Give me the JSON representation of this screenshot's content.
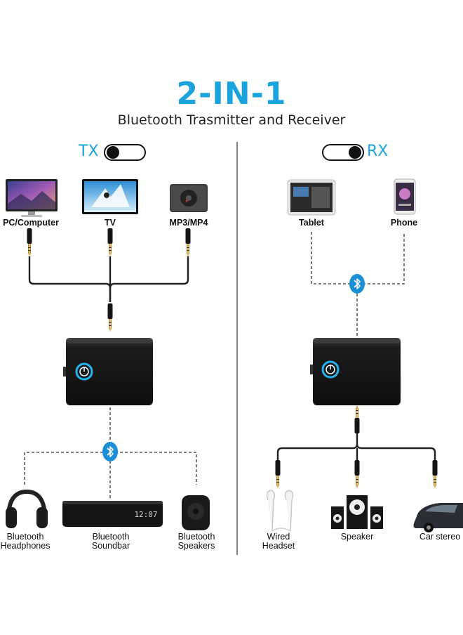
{
  "header": {
    "title": "2-IN-1",
    "subtitle": "Bluetooth Trasmitter and Receiver"
  },
  "tx": {
    "mode_label": "TX",
    "sources": [
      {
        "label": "PC/Computer",
        "icon": "monitor-icon"
      },
      {
        "label": "TV",
        "icon": "tv-icon"
      },
      {
        "label": "MP3/MP4",
        "icon": "mp3-player-icon"
      }
    ],
    "outputs": [
      {
        "label": "Bluetooth\nHeadphones",
        "icon": "headphones-icon"
      },
      {
        "label": "Bluetooth\nSoundbar",
        "icon": "soundbar-icon"
      },
      {
        "label": "Bluetooth\nSpeakers",
        "icon": "speaker-icon"
      }
    ],
    "soundbar_display": "12:07"
  },
  "rx": {
    "mode_label": "RX",
    "sources": [
      {
        "label": "Tablet",
        "icon": "tablet-icon"
      },
      {
        "label": "Phone",
        "icon": "phone-icon"
      }
    ],
    "outputs": [
      {
        "label": "Wired\nHeadset",
        "icon": "earphones-icon"
      },
      {
        "label": "Speaker",
        "icon": "speaker-system-icon"
      },
      {
        "label": "Car stereo",
        "icon": "car-icon"
      }
    ]
  },
  "colors": {
    "accent": "#1aa3dc",
    "device": "#1f1f1f",
    "cable": "#222222"
  }
}
